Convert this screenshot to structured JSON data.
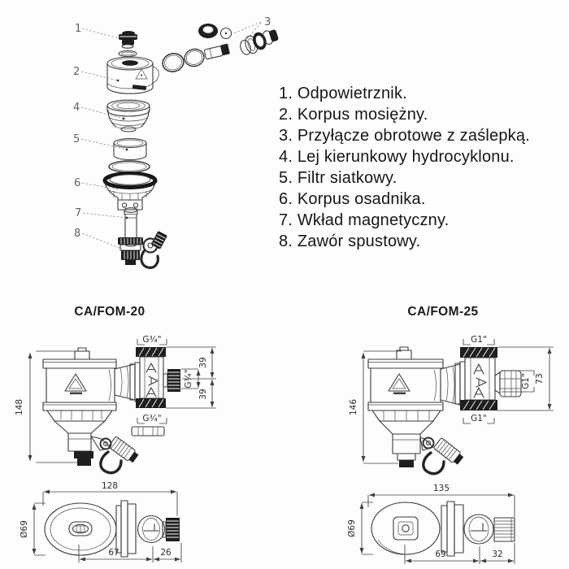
{
  "colors": {
    "line": "#3b3b3b",
    "dark_fill": "#1f1f1f",
    "text": "#2d2d2d",
    "background": "#fdfdfd"
  },
  "exploded": {
    "callouts": {
      "c1": "1",
      "c2": "2",
      "c3": "3",
      "c4": "4",
      "c5": "5",
      "c6": "6",
      "c7": "7",
      "c8": "8"
    }
  },
  "legend": {
    "items": [
      "1. Odpowietrznik.",
      "2. Korpus mosiężny.",
      "3. Przyłącze obrotowe z zaślepką.",
      "4. Lej kierunkowy hydrocyklonu.",
      "5. Filtr siatkowy.",
      "6. Korpus osadnika.",
      "7. Wkład magnetyczny.",
      "8. Zawór spustowy."
    ]
  },
  "fom20": {
    "title": "CA/FOM-20",
    "dims": {
      "height": "148",
      "thread_top": "G¾\"",
      "thread_bottom": "G¾\"",
      "thread_side": "G¾\"",
      "offset_top": "39",
      "offset_bottom": "39",
      "width_total": "128",
      "diameter": "Ø69",
      "length_body": "67",
      "length_conn": "26"
    }
  },
  "fom25": {
    "title": "CA/FOM-25",
    "dims": {
      "height": "146",
      "thread_top": "G1\"",
      "thread_bottom": "G1\"",
      "thread_side": "G1\"",
      "side_height": "73",
      "width_total": "135",
      "diameter": "Ø69",
      "length_body": "69",
      "length_conn": "32"
    }
  }
}
